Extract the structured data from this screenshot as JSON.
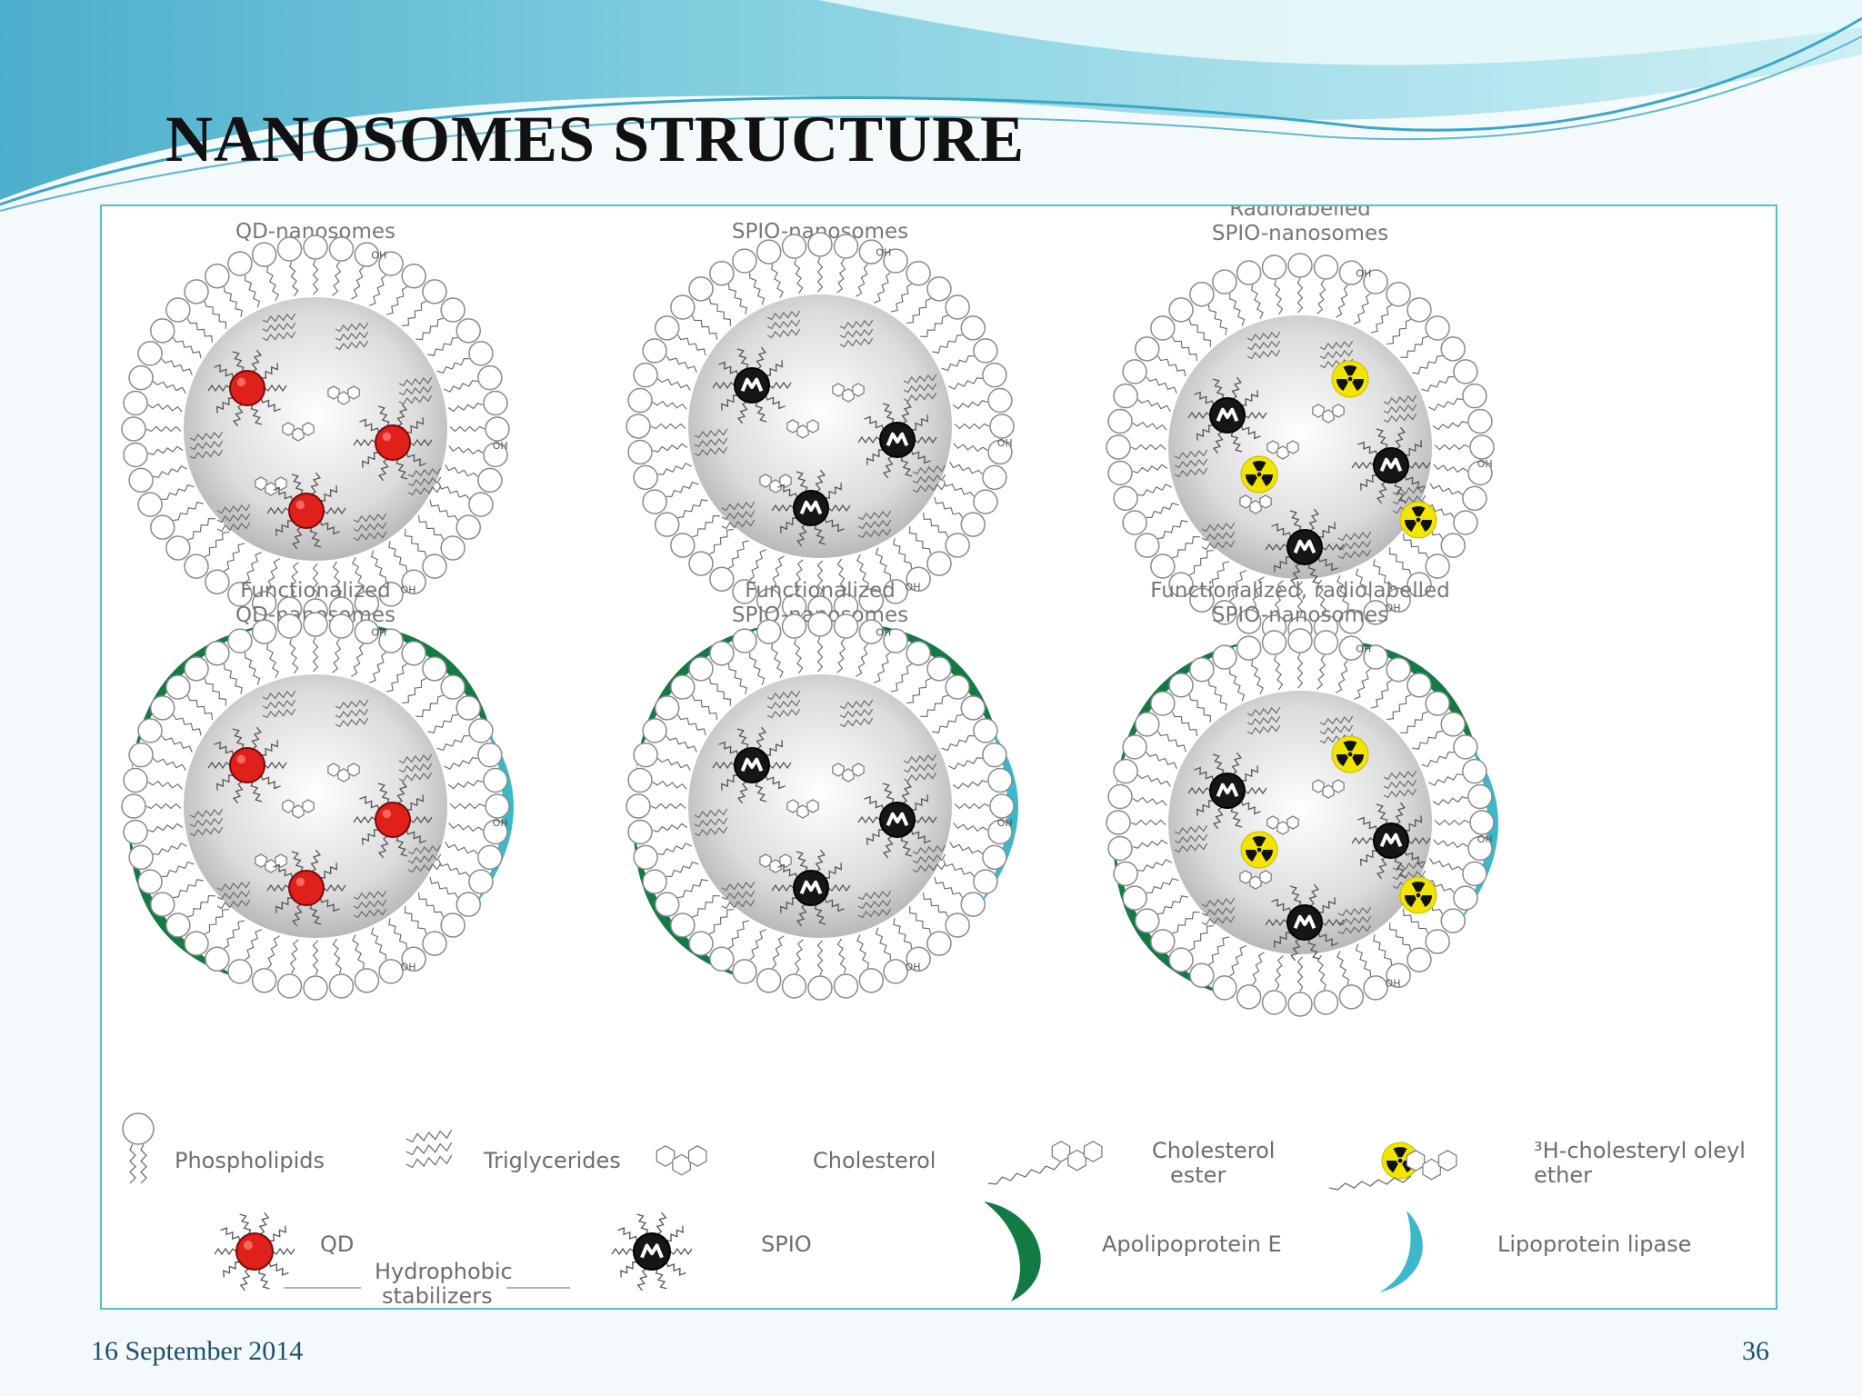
{
  "slide": {
    "title": "NANOSOMES STRUCTURE",
    "date": "16 September 2014",
    "page_number": "36"
  },
  "colors": {
    "header_light": "#c8eef3",
    "header_mid": "#7fcfe0",
    "header_dark": "#3aa7c7",
    "frame_border": "#5bbcc4",
    "qd_red": "#e0201b",
    "apolipoprotein_green": "#127a43",
    "lipase_teal": "#3bb8c9",
    "radio_yellow": "#f2e600"
  },
  "figure": {
    "panels": [
      {
        "caption": [
          "QD-nanosomes"
        ],
        "particle": "qd",
        "radiolabelled": false,
        "functionalized": false
      },
      {
        "caption": [
          "SPIO-nanosomes"
        ],
        "particle": "spio",
        "radiolabelled": false,
        "functionalized": false
      },
      {
        "caption": [
          "Radiolabelled",
          "SPIO-nanosomes"
        ],
        "particle": "spio",
        "radiolabelled": true,
        "functionalized": false
      },
      {
        "caption": [
          "Functionalized",
          "QD-nanosomes"
        ],
        "particle": "qd",
        "radiolabelled": false,
        "functionalized": true
      },
      {
        "caption": [
          "Functionalized",
          "SPIO-nanosomes"
        ],
        "particle": "spio",
        "radiolabelled": false,
        "functionalized": true
      },
      {
        "caption": [
          "Functionalized, radiolabelled",
          "SPIO-nanosomes"
        ],
        "particle": "spio",
        "radiolabelled": true,
        "functionalized": true
      }
    ],
    "legend": {
      "phospholipids": "Phospholipids",
      "triglycerides": "Triglycerides",
      "cholesterol": "Cholesterol",
      "cholesterol_ester": [
        "Cholesterol",
        "ester"
      ],
      "cholesteryl_ether": [
        "³H-cholesteryl oleyl",
        "ether"
      ],
      "qd": "QD",
      "hydrophobic_stabilizers": [
        "Hydrophobic",
        "stabilizers"
      ],
      "spio": "SPIO",
      "apolipoprotein_e": "Apolipoprotein E",
      "lipoprotein_lipase": "Lipoprotein lipase"
    },
    "molecule_labels": {
      "hydroxyl": "OH"
    }
  }
}
